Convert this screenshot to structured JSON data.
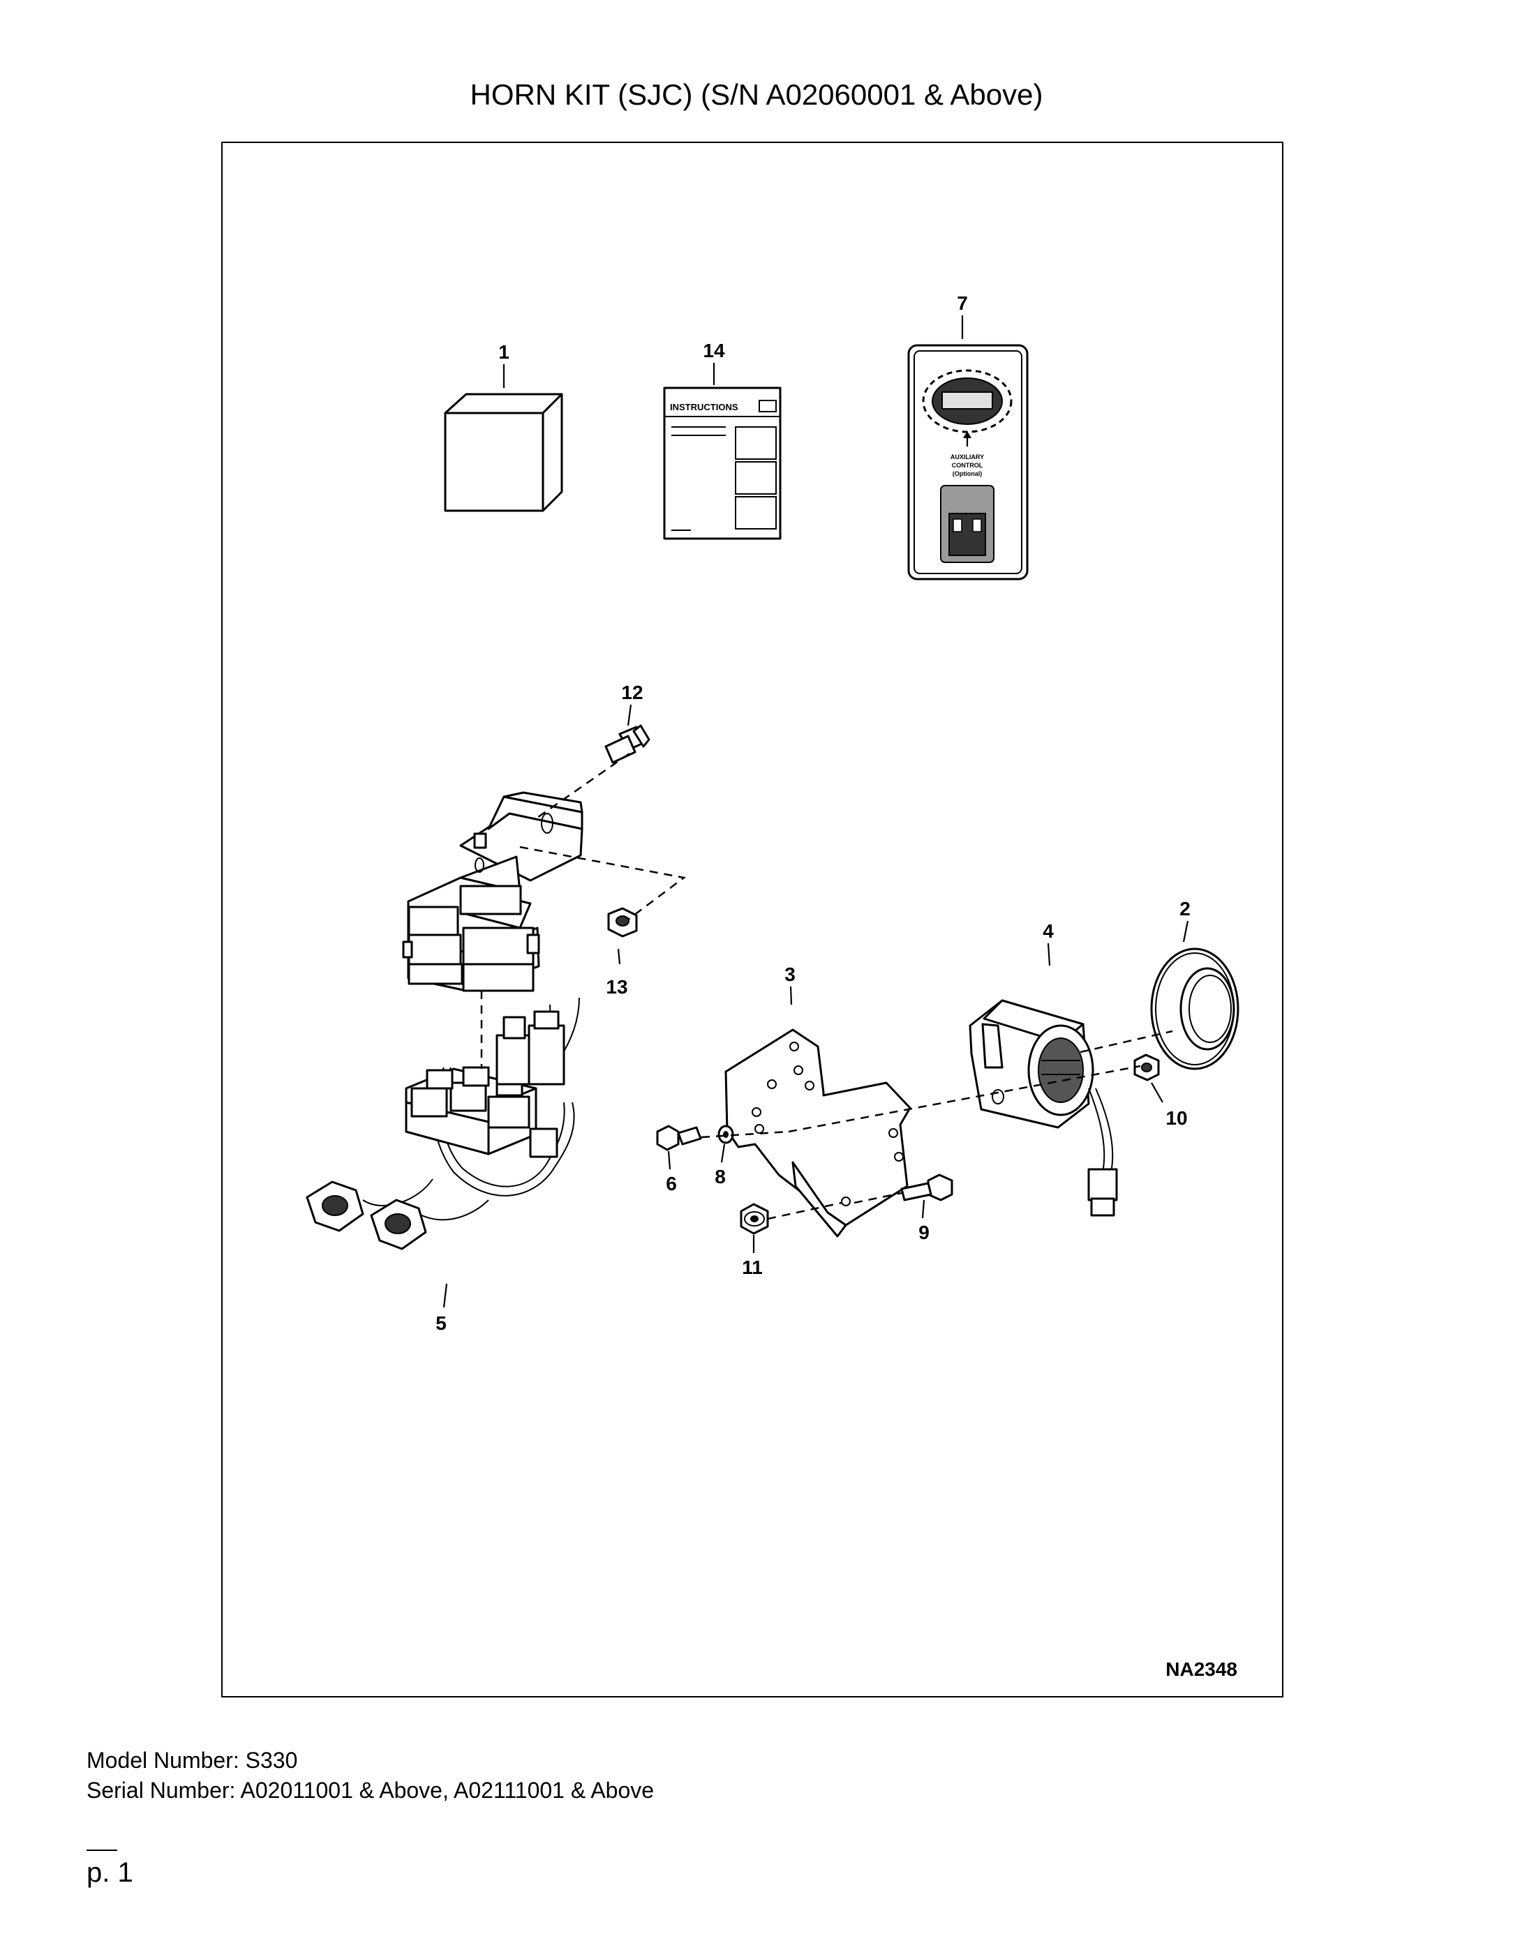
{
  "document": {
    "title": "HORN KIT (SJC) (S/N A02060001 & Above)",
    "figure_code": "NA2348",
    "model_line": "Model Number: S330",
    "serial_line": "Serial Number: A02011001 & Above, A02111001 & Above",
    "page_label": "p. 1"
  },
  "diagram": {
    "callouts": [
      "1",
      "2",
      "3",
      "4",
      "5",
      "6",
      "7",
      "8",
      "9",
      "10",
      "11",
      "12",
      "13",
      "14"
    ],
    "instructions_label": "INSTRUCTIONS",
    "decal_text_1": "AUXILIARY",
    "decal_text_2": "CONTROL",
    "decal_text_3": "(Optional)"
  }
}
